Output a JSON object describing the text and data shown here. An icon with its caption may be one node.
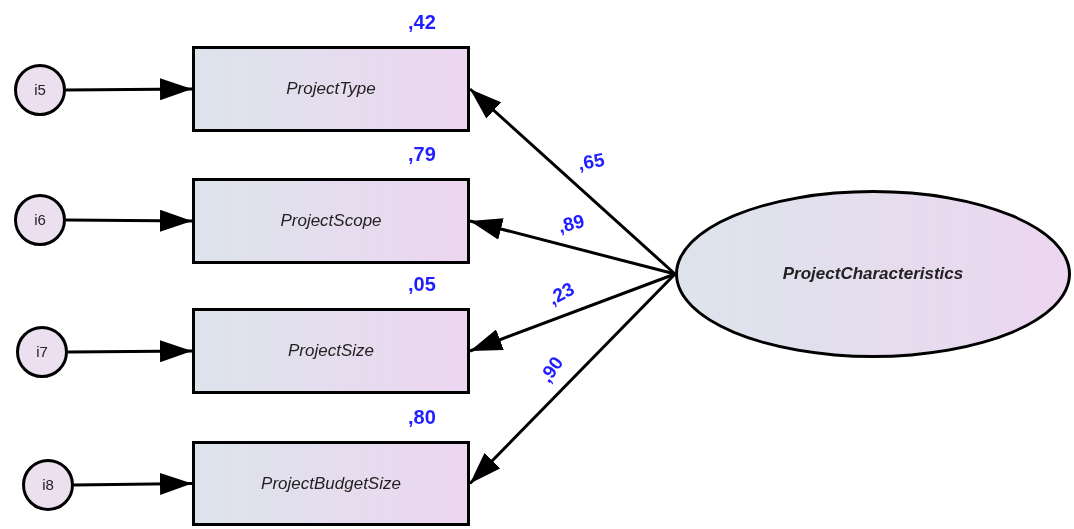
{
  "diagram": {
    "nodes": [
      {
        "text": [
          "i5"
        ]
      },
      {
        "text": [
          "ProjectType"
        ],
        "beside": [
          ",42"
        ]
      },
      {
        "text": [
          "i6"
        ]
      },
      {
        "text": [
          "ProjectScope"
        ],
        "beside": [
          ",79"
        ]
      },
      {
        "text": [
          "i7"
        ]
      },
      {
        "text": [
          "ProjectSize"
        ],
        "beside": [
          ",05"
        ]
      },
      {
        "text": [
          "i8"
        ]
      },
      {
        "text": [
          "ProjectBudgetSize"
        ],
        "beside": [
          ",80"
        ]
      },
      {
        "text": [
          "ProjectCharacteristics"
        ]
      }
    ],
    "edges": [
      {
        "from": 0,
        "to": 1,
        "arrow": "to"
      },
      {
        "from": 2,
        "to": 3,
        "arrow": "to"
      },
      {
        "from": 4,
        "to": 5,
        "arrow": "to"
      },
      {
        "from": 6,
        "to": 7,
        "arrow": "to"
      },
      {
        "from": 8,
        "to": 1,
        "arrow": "to",
        "label": ",65"
      },
      {
        "from": 8,
        "to": 3,
        "arrow": "to",
        "label": ",89"
      },
      {
        "from": 8,
        "to": 5,
        "arrow": "to",
        "label": ",23"
      },
      {
        "from": 8,
        "to": 7,
        "arrow": "to",
        "label": ",90"
      }
    ]
  }
}
